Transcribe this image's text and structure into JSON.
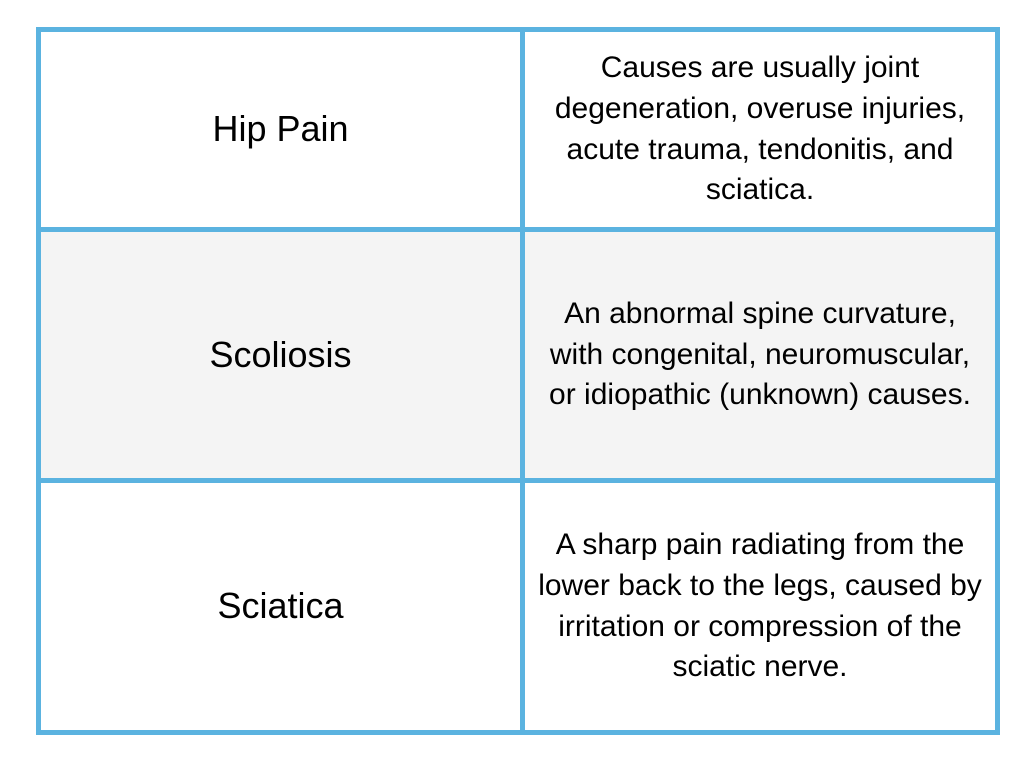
{
  "table": {
    "accent_border_color": "#5BB3E0",
    "row_background_default": "#FFFFFF",
    "row_background_alt": "#F4F4F4",
    "text_color": "#000000",
    "rows": [
      {
        "term": "Hip Pain",
        "description": "Causes are usually joint degeneration, overuse injuries, acute trauma, tendonitis, and sciatica.",
        "striped": false
      },
      {
        "term": "Scoliosis",
        "description": "An abnormal spine curvature, with congenital, neuromuscular, or idiopathic (unknown) causes.",
        "striped": true
      },
      {
        "term": "Sciatica",
        "description": "A sharp pain radiating from the lower back to the legs, caused by irritation or compression of the sciatic nerve.",
        "striped": false
      }
    ]
  }
}
